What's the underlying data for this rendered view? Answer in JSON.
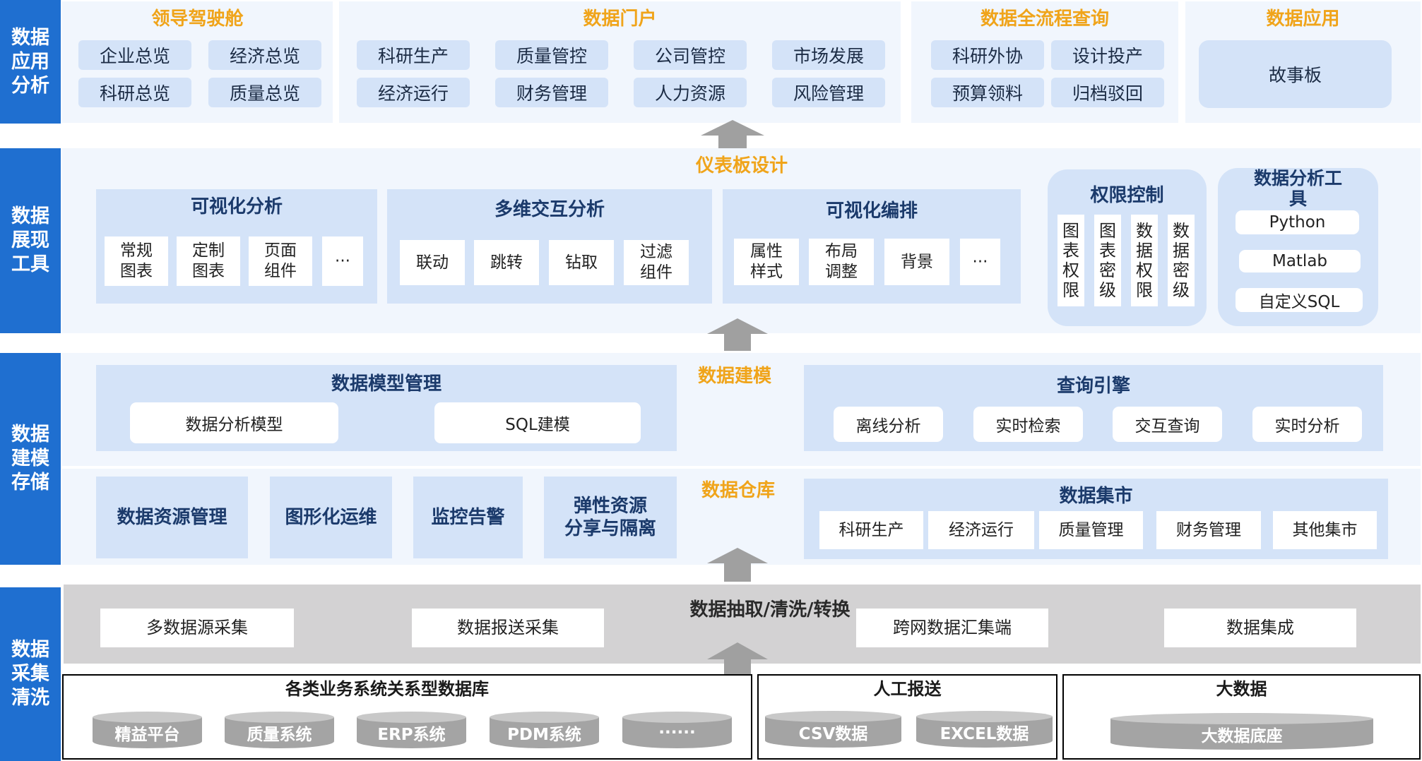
{
  "layers": {
    "app": "数据\n应用\n分析",
    "display": "数据\n展现\n工具",
    "modeling": "数据\n建模\n存储",
    "collect": "数据\n采集\n清洗"
  },
  "app_section": {
    "cockpit": {
      "title": "领导驾驶舱",
      "items": [
        "企业总览",
        "经济总览",
        "科研总览",
        "质量总览"
      ]
    },
    "portal": {
      "title": "数据门户",
      "items": [
        "科研生产",
        "质量管控",
        "公司管控",
        "市场发展",
        "经济运行",
        "财务管理",
        "人力资源",
        "风险管理"
      ]
    },
    "query": {
      "title": "数据全流程查询",
      "items": [
        "科研外协",
        "设计投产",
        "预算领料",
        "归档驳回"
      ]
    },
    "apps": {
      "title": "数据应用",
      "items": [
        "故事板"
      ]
    }
  },
  "display_section": {
    "title": "仪表板设计",
    "visual_analysis": {
      "title": "可视化分析",
      "items": [
        "常规\n图表",
        "定制\n图表",
        "页面\n组件",
        "···"
      ]
    },
    "multi_dim": {
      "title": "多维交互分析",
      "items": [
        "联动",
        "跳转",
        "钻取",
        "过滤\n组件"
      ]
    },
    "visual_layout": {
      "title": "可视化编排",
      "items": [
        "属性\n样式",
        "布局\n调整",
        "背景",
        "···"
      ]
    },
    "permission": {
      "title": "权限控制",
      "items": [
        "图\n表\n权\n限",
        "图\n表\n密\n级",
        "数\n据\n权\n限",
        "数\n据\n密\n级"
      ]
    },
    "tools": {
      "title": "数据分析工\n具",
      "items": [
        "Python",
        "Matlab",
        "自定义SQL"
      ]
    }
  },
  "modeling_section": {
    "title": "数据建模",
    "model_mgmt": {
      "title": "数据模型管理",
      "items": [
        "数据分析模型",
        "SQL建模"
      ]
    },
    "query_engine": {
      "title": "查询引擎",
      "items": [
        "离线分析",
        "实时检索",
        "交互查询",
        "实时分析"
      ]
    }
  },
  "warehouse_section": {
    "title": "数据仓库",
    "items": [
      "数据资源管理",
      "图形化运维",
      "监控告警",
      "弹性资源\n分享与隔离"
    ],
    "mart": {
      "title": "数据集市",
      "items": [
        "科研生产",
        "经济运行",
        "质量管理",
        "财务管理",
        "其他集市"
      ]
    }
  },
  "collect_section": {
    "title": "数据抽取/清洗/转换",
    "items": [
      "多数据源采集",
      "数据报送采集",
      "跨网数据汇集端",
      "数据集成"
    ]
  },
  "sources": {
    "business": {
      "title": "各类业务系统关系型数据库",
      "items": [
        "精益平台",
        "质量系统",
        "ERP系统",
        "PDM系统",
        "······"
      ]
    },
    "manual": {
      "title": "人工报送",
      "items": [
        "CSV数据",
        "EXCEL数据"
      ]
    },
    "bigdata": {
      "title": "大数据",
      "items": [
        "大数据底座"
      ]
    }
  },
  "colors": {
    "side": "#1f6fd0",
    "accent": "#f0a41a",
    "block": "#d4e3f8",
    "navy": "#1b3a6b",
    "arrow": "#a0a0a0"
  }
}
